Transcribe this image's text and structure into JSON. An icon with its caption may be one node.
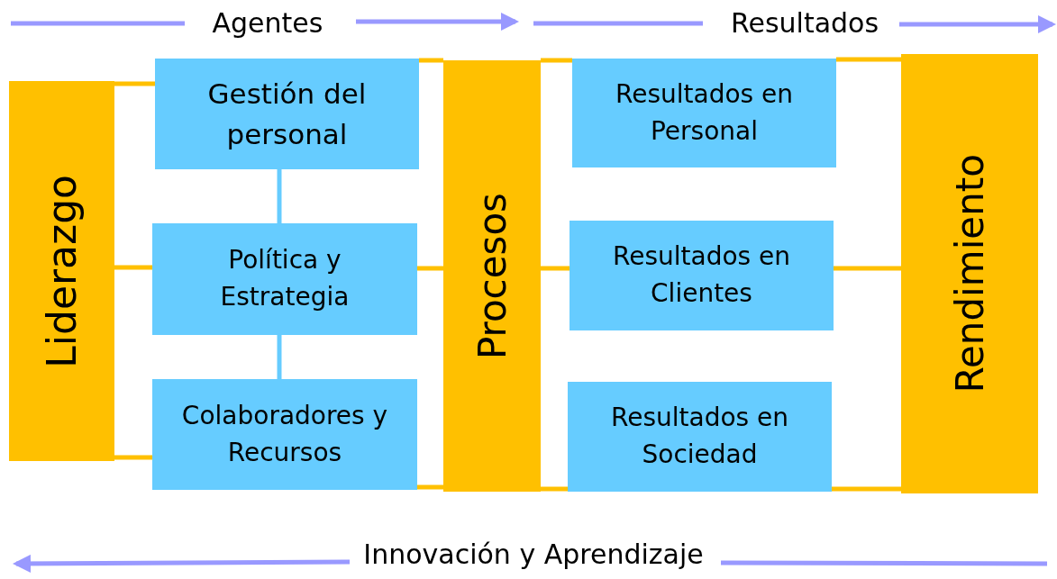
{
  "diagram": {
    "nodes": [
      {
        "text": [
          "Liderazgo"
        ]
      },
      {
        "text": [
          "Gestión del personal"
        ]
      },
      {
        "text": [
          "Política y Estrategia"
        ]
      },
      {
        "text": [
          "Colaboradores y Recursos"
        ]
      },
      {
        "text": [
          "Procesos"
        ]
      },
      {
        "text": [
          "Resultados en Personal"
        ]
      },
      {
        "text": [
          "Resultados en Clientes"
        ]
      },
      {
        "text": [
          "Resultados en Sociedad"
        ]
      },
      {
        "text": [
          "Rendimiento"
        ]
      }
    ],
    "edges": [
      {
        "from": 0,
        "to": 1,
        "arrow": "none"
      },
      {
        "from": 0,
        "to": 2,
        "arrow": "none"
      },
      {
        "from": 0,
        "to": 3,
        "arrow": "none"
      },
      {
        "from": 1,
        "to": 2,
        "arrow": "none",
        "color": "#66ccff"
      },
      {
        "from": 2,
        "to": 3,
        "arrow": "none",
        "color": "#66ccff"
      },
      {
        "from": 1,
        "to": 4,
        "arrow": "none"
      },
      {
        "from": 2,
        "to": 4,
        "arrow": "none"
      },
      {
        "from": 3,
        "to": 4,
        "arrow": "none"
      },
      {
        "from": 4,
        "to": 5,
        "arrow": "none"
      },
      {
        "from": 4,
        "to": 6,
        "arrow": "none"
      },
      {
        "from": 4,
        "to": 7,
        "arrow": "none"
      },
      {
        "from": 5,
        "to": 8,
        "arrow": "none"
      },
      {
        "from": 6,
        "to": 8,
        "arrow": "none"
      },
      {
        "from": 7,
        "to": 8,
        "arrow": "none"
      }
    ],
    "labels": [
      "Agentes",
      "Resultados",
      "Innovación y Aprendizaje"
    ]
  }
}
